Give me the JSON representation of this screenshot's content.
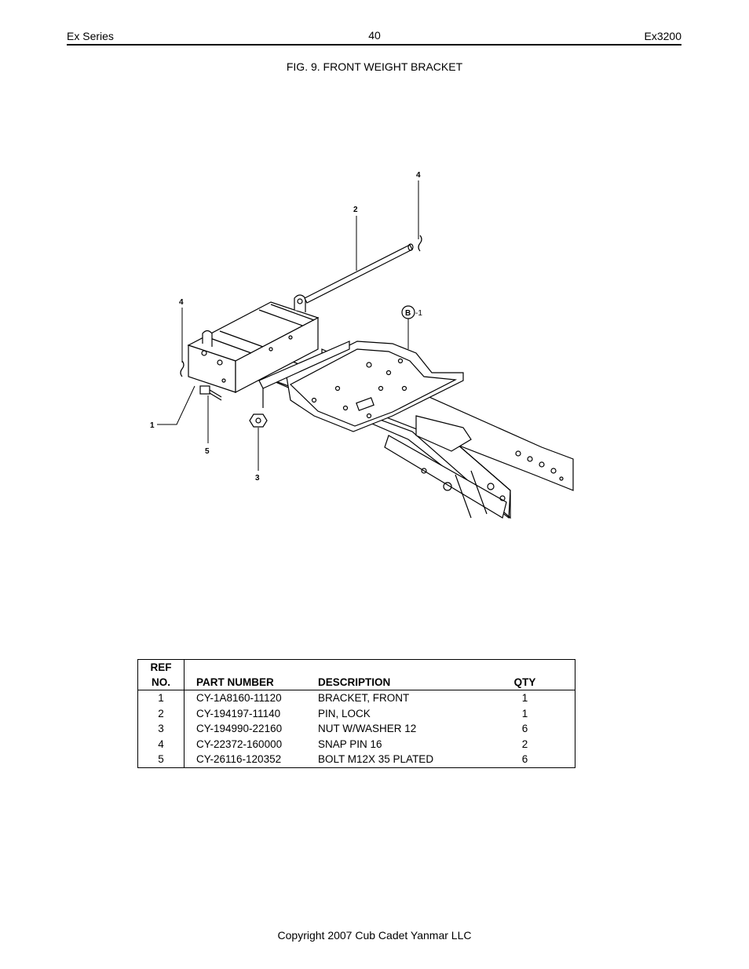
{
  "header": {
    "left": "Ex Series",
    "center": "40",
    "right": "Ex3200"
  },
  "figure": {
    "title": "FIG. 9. FRONT WEIGHT BRACKET",
    "callouts": {
      "c1": "1",
      "c2": "2",
      "c3": "3",
      "c4a": "4",
      "c4b": "4",
      "c5": "5",
      "cb": "B",
      "cb_suffix": "-1"
    }
  },
  "table": {
    "headers": {
      "ref_line1": "REF",
      "ref_line2": "NO.",
      "part_number": "PART NUMBER",
      "description": "DESCRIPTION",
      "qty": "QTY"
    },
    "rows": [
      {
        "ref": "1",
        "part": "CY-1A8160-11120",
        "desc": "BRACKET, FRONT",
        "qty": "1"
      },
      {
        "ref": "2",
        "part": "CY-194197-11140",
        "desc": "PIN, LOCK",
        "qty": "1"
      },
      {
        "ref": "3",
        "part": "CY-194990-22160",
        "desc": "NUT W/WASHER 12",
        "qty": "6"
      },
      {
        "ref": "4",
        "part": "CY-22372-160000",
        "desc": "SNAP PIN 16",
        "qty": "2"
      },
      {
        "ref": "5",
        "part": "CY-26116-120352",
        "desc": "BOLT M12X 35 PLATED",
        "qty": "6"
      }
    ]
  },
  "footer": {
    "copyright": "Copyright 2007 Cub Cadet Yanmar LLC"
  }
}
